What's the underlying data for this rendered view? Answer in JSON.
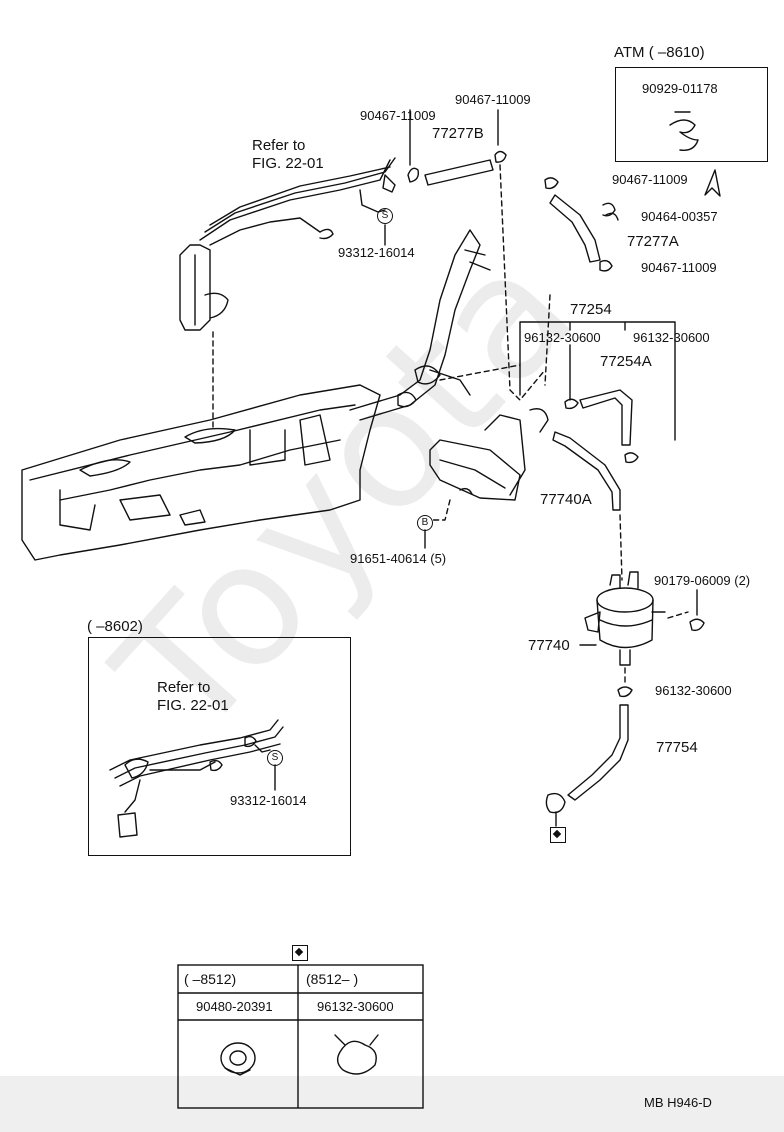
{
  "watermark": "Toyota",
  "atm_box": {
    "header": "ATM (      –8610)",
    "part": "90929-01178"
  },
  "callouts": {
    "p90467_11009_a": "90467-11009",
    "p90467_11009_b": "90467-11009",
    "p77277B": "77277B",
    "refer_top_1": "Refer to",
    "refer_top_2": "FIG. 22-01",
    "p93312_16014_top": "93312-16014",
    "p90467_11009_c": "90467-11009",
    "p90464_00357": "90464-00357",
    "p77277A": "77277A",
    "p90467_11009_d": "90467-11009",
    "p77254": "77254",
    "p96132_30600_a": "96132-30600",
    "p96132_30600_b": "96132-30600",
    "p77254A": "77254A",
    "p77740A": "77740A",
    "p91651_40614": "91651-40614 (5)",
    "p90179_06009": "90179-06009 (2)",
    "p77740": "77740",
    "p96132_30600_c": "96132-30600",
    "p77754": "77754",
    "circle_s": "S",
    "circle_b": "B"
  },
  "inset_box": {
    "header": "(      –8602)",
    "refer_1": "Refer to",
    "refer_2": "FIG. 22-01",
    "part": "93312-16014"
  },
  "table": {
    "col1_header": "(      –8512)",
    "col2_header": "(8512–       )",
    "col1_part": "90480-20391",
    "col2_part": "96132-30600"
  },
  "footer": {
    "code": "MB  H946-D"
  }
}
